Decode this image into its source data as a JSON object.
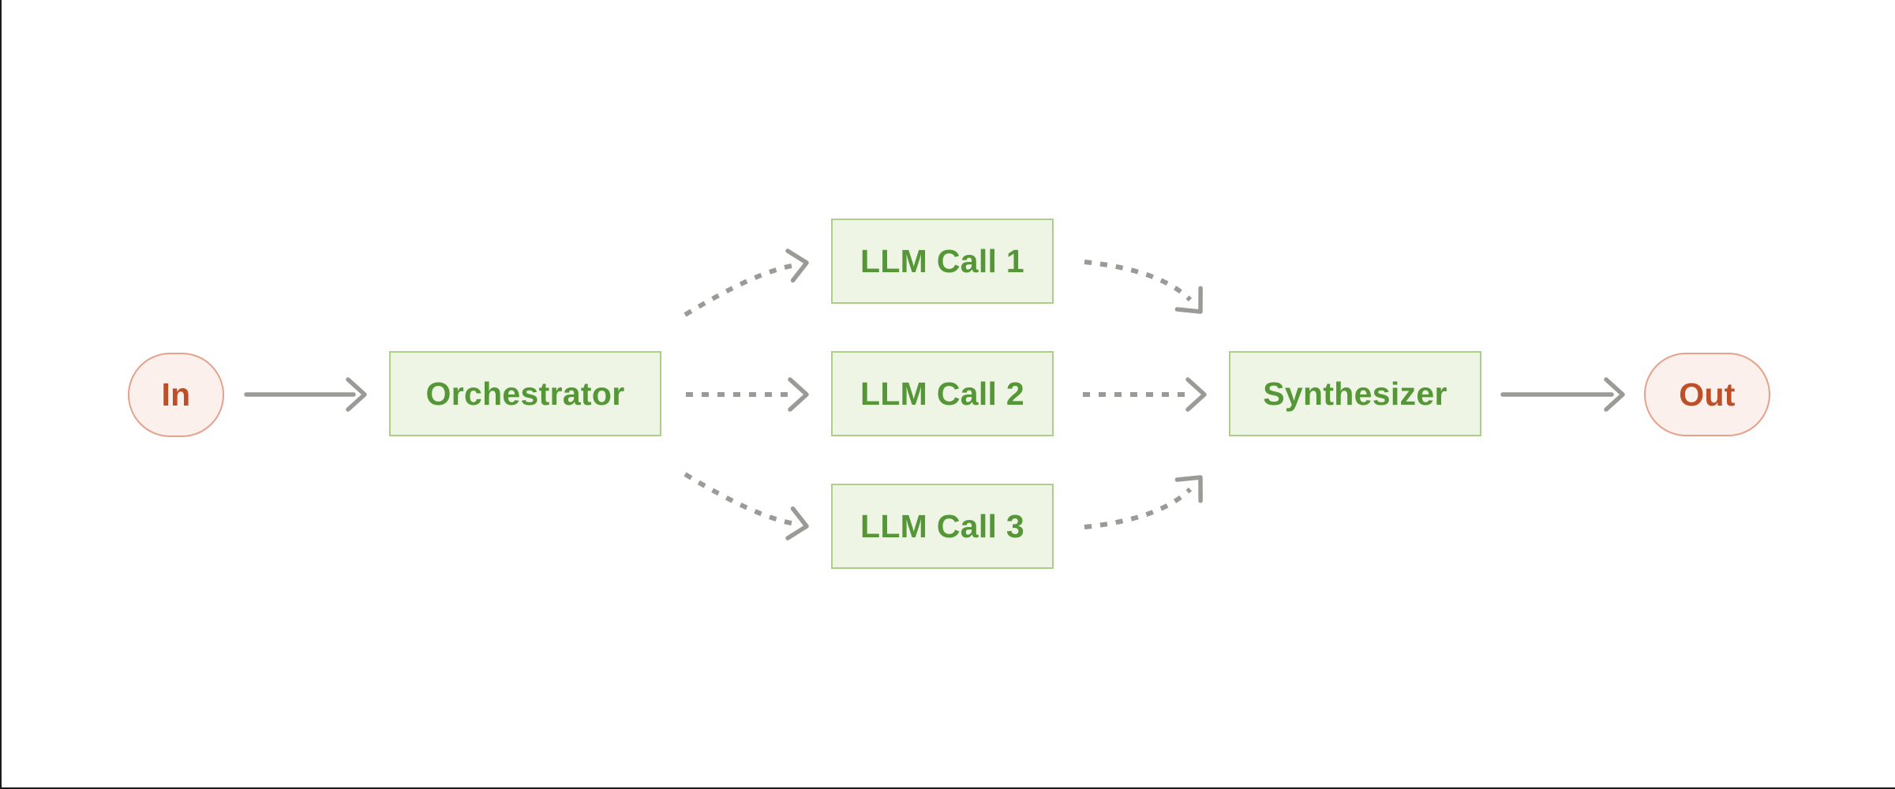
{
  "diagram": {
    "title_hidden": "",
    "nodes": {
      "in": {
        "label": "In",
        "kind": "terminal"
      },
      "orchestrator": {
        "label": "Orchestrator",
        "kind": "process"
      },
      "llm_call_1": {
        "label": "LLM Call 1",
        "kind": "process"
      },
      "llm_call_2": {
        "label": "LLM Call 2",
        "kind": "process"
      },
      "llm_call_3": {
        "label": "LLM Call 3",
        "kind": "process"
      },
      "synthesizer": {
        "label": "Synthesizer",
        "kind": "process"
      },
      "out": {
        "label": "Out",
        "kind": "terminal"
      }
    },
    "edges": [
      {
        "from": "In",
        "to": "Orchestrator",
        "style": "solid"
      },
      {
        "from": "Orchestrator",
        "to": "LLM Call 1",
        "style": "dashed"
      },
      {
        "from": "Orchestrator",
        "to": "LLM Call 2",
        "style": "dashed"
      },
      {
        "from": "Orchestrator",
        "to": "LLM Call 3",
        "style": "dashed"
      },
      {
        "from": "LLM Call 1",
        "to": "Synthesizer",
        "style": "dashed"
      },
      {
        "from": "LLM Call 2",
        "to": "Synthesizer",
        "style": "dashed"
      },
      {
        "from": "LLM Call 3",
        "to": "Synthesizer",
        "style": "dashed"
      },
      {
        "from": "Synthesizer",
        "to": "Out",
        "style": "solid"
      }
    ],
    "colors": {
      "background": "#ffffff",
      "process_fill": "#eef5e5",
      "process_border": "#abce8a",
      "process_text": "#559637",
      "terminal_fill": "#fbf0ec",
      "terminal_border": "#e5a18b",
      "terminal_text": "#bd4e28",
      "arrow": "#9a9a97"
    }
  }
}
